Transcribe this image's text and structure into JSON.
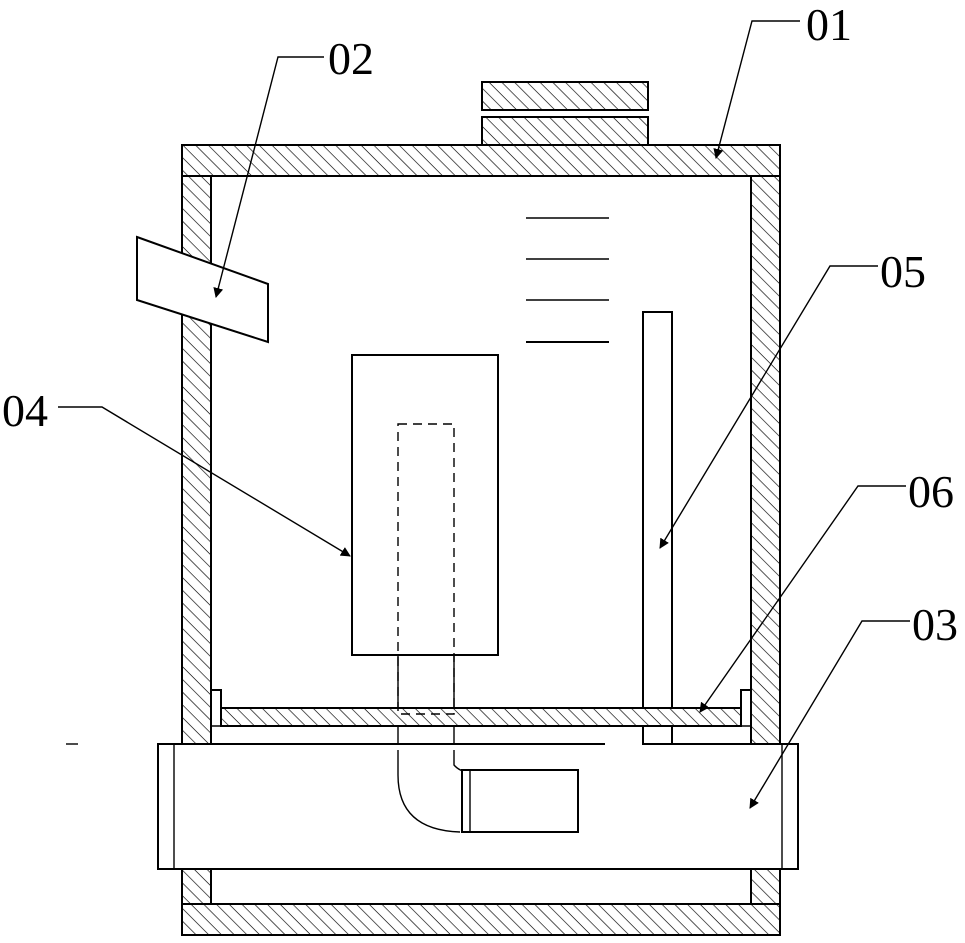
{
  "labels": {
    "l01": "01",
    "l02": "02",
    "l03": "03",
    "l04": "04",
    "l05": "05",
    "l06": "06"
  },
  "colors": {
    "line": "#000000",
    "background": "#ffffff"
  }
}
